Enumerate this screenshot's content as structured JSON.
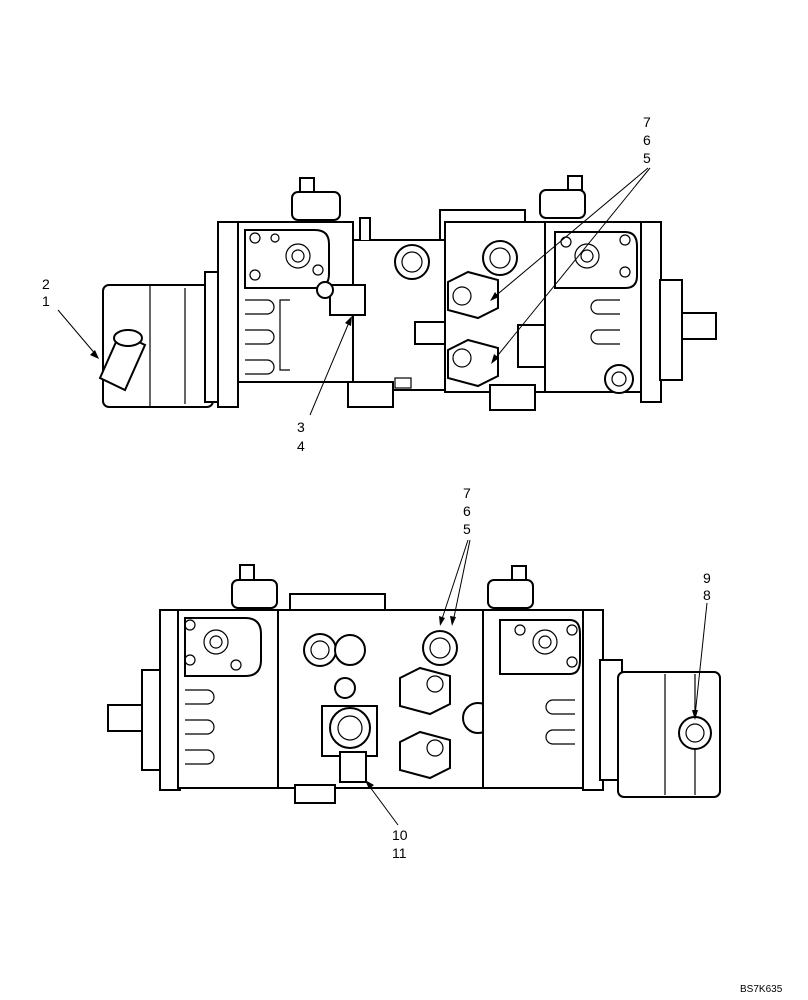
{
  "figure_id": "BS7K635",
  "upper_view": {
    "callouts": {
      "c1": "1",
      "c2": "2",
      "c3": "3",
      "c4": "4",
      "c5": "5",
      "c6": "6",
      "c7": "7"
    }
  },
  "lower_view": {
    "callouts": {
      "c5": "5",
      "c6": "6",
      "c7": "7",
      "c8": "8",
      "c9": "9",
      "c10": "10",
      "c11": "11"
    }
  }
}
